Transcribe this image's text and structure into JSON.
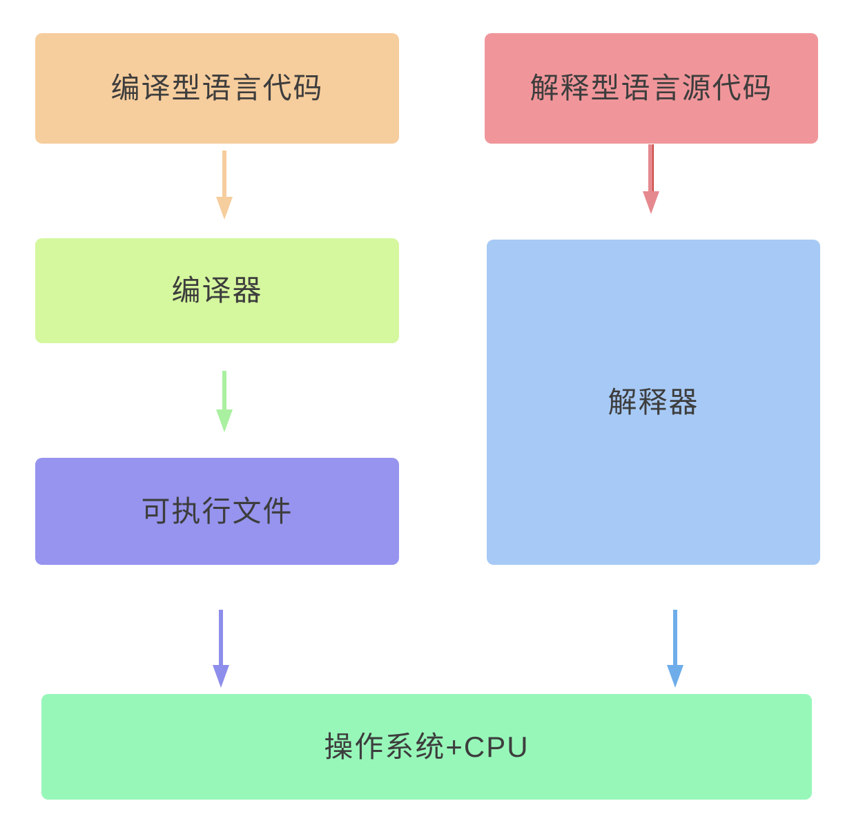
{
  "diagram": {
    "title": "compiled-vs-interpreted-language-flow",
    "background_color": "#ffffff",
    "text_color": "#3d3d3d",
    "nodes": [
      {
        "id": "compiled-source",
        "label": "编译型语言代码",
        "color": "#f6cd9d"
      },
      {
        "id": "interpreted-source",
        "label": "解释型语言源代码",
        "color": "#f0969a"
      },
      {
        "id": "compiler",
        "label": "编译器",
        "color": "#d5f79e"
      },
      {
        "id": "interpreter",
        "label": "解释器",
        "color": "#a7c9f5"
      },
      {
        "id": "executable",
        "label": "可执行文件",
        "color": "#9694ee"
      },
      {
        "id": "os-cpu",
        "label": "操作系统+CPU",
        "color": "#97f7b9"
      }
    ],
    "edges": [
      {
        "from": "compiled-source",
        "to": "compiler",
        "color": "#f6cd9d"
      },
      {
        "from": "interpreted-source",
        "to": "interpreter",
        "color": "#e5898f"
      },
      {
        "from": "compiler",
        "to": "executable",
        "color": "#a9f0a0"
      },
      {
        "from": "executable",
        "to": "os-cpu",
        "color": "#8d8deb"
      },
      {
        "from": "interpreter",
        "to": "os-cpu",
        "color": "#6fadea"
      }
    ]
  }
}
